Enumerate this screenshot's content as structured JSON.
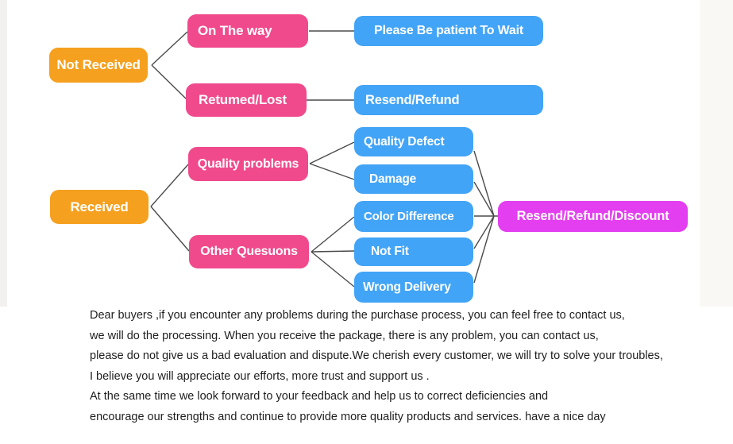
{
  "flowchart": {
    "connector_color": "#4b4b4b",
    "nodes": {
      "not_received": {
        "label": "Not Received",
        "color": "#F5A01E"
      },
      "received": {
        "label": "Received",
        "color": "#F5A01E"
      },
      "on_the_way": {
        "label": "On The way",
        "color": "#F04A8C"
      },
      "returned_lost": {
        "label": "Retumed/Lost",
        "color": "#F04A8C"
      },
      "quality_problems": {
        "label": "Quality problems",
        "color": "#F04A8C"
      },
      "other_questions": {
        "label": "Other Quesuons",
        "color": "#F04A8C"
      },
      "please_wait": {
        "label": "Please Be patient To Wait",
        "color": "#42A4F6"
      },
      "resend_refund": {
        "label": "Resend/Refund",
        "color": "#42A4F6"
      },
      "quality_defect": {
        "label": "Quality Defect",
        "color": "#42A4F6"
      },
      "damage": {
        "label": "Damage",
        "color": "#42A4F6"
      },
      "color_difference": {
        "label": "Color Difference",
        "color": "#42A4F6"
      },
      "not_fit": {
        "label": "Not Fit",
        "color": "#42A4F6"
      },
      "wrong_delivery": {
        "label": "Wrong Delivery",
        "color": "#42A4F6"
      },
      "resend_refund_discount": {
        "label": "Resend/Refund/Discount",
        "color": "#E33EF0"
      }
    }
  },
  "footer": {
    "text_color": "#1e1e1e",
    "lines": [
      "Dear buyers ,if you encounter any problems during the purchase process, you can feel free to contact us,",
      "we will do the processing. When you receive the package, there is any problem, you can contact us,",
      "please do not give us a bad evaluation and dispute.We cherish every customer, we will try to solve your troubles,",
      "I believe you will appreciate our efforts, more trust and support us .",
      "At the same time we look forward to your feedback and help us to correct deficiencies and",
      "encourage our strengths and continue to provide more quality products and services. have a nice day"
    ]
  }
}
